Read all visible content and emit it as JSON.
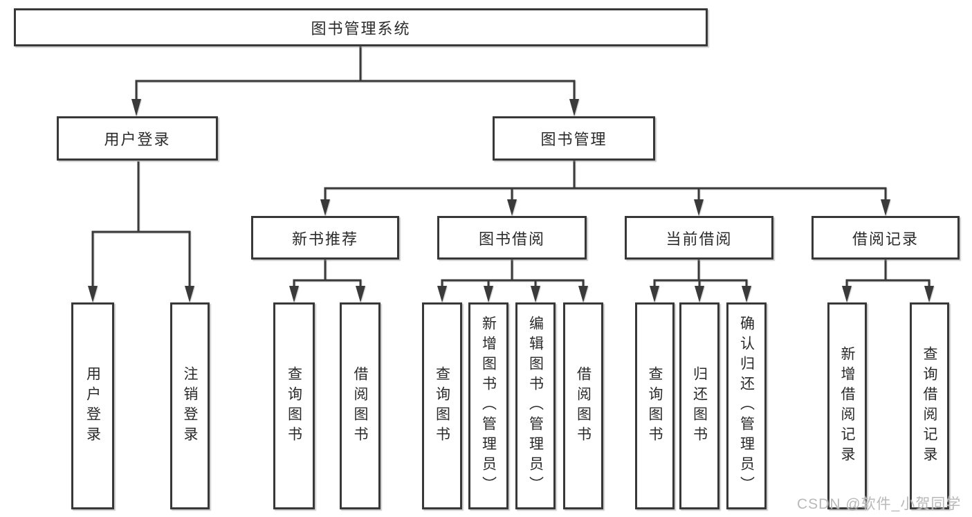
{
  "colors": {
    "line": "#3a3a3a",
    "box_border": "#383838",
    "text": "#2a2a2a",
    "watermark": "#b9b9b9",
    "background": "#ffffff"
  },
  "nodes": {
    "root": {
      "label": "图书管理系统"
    },
    "branches": [
      {
        "label": "用户登录"
      },
      {
        "label": "图书管理"
      }
    ],
    "sections": [
      {
        "label": "新书推荐"
      },
      {
        "label": "图书借阅"
      },
      {
        "label": "当前借阅"
      },
      {
        "label": "借阅记录"
      }
    ],
    "leaves": [
      {
        "label": "用户登录"
      },
      {
        "label": "注销登录"
      },
      {
        "label": "查询图书"
      },
      {
        "label": "借阅图书"
      },
      {
        "label": "查询图书"
      },
      {
        "label": "新增图书（管理员）"
      },
      {
        "label": "编辑图书（管理员）"
      },
      {
        "label": "借阅图书"
      },
      {
        "label": "查询图书"
      },
      {
        "label": "归还图书"
      },
      {
        "label": "确认归还（管理员）"
      },
      {
        "label": "新增借阅记录"
      },
      {
        "label": "查询借阅记录"
      }
    ]
  },
  "watermark": {
    "text": "CSDN @软件_小贺同学"
  }
}
